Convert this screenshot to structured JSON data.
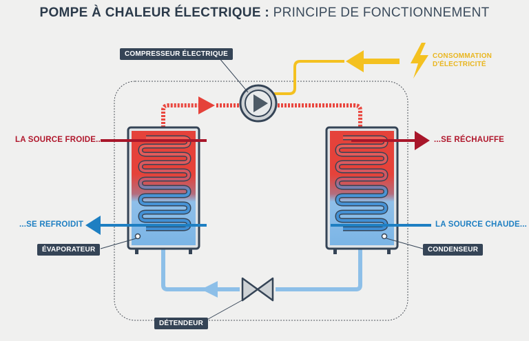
{
  "title": {
    "bold": "POMPE À CHALEUR ÉLECTRIQUE :",
    "normal": "PRINCIPE DE FONCTIONNEMENT"
  },
  "labels": {
    "compressor": "COMPRESSEUR ÉLECTRIQUE",
    "consumption_line1": "CONSOMMATION",
    "consumption_line2": "D'ÉLECTRICITÉ",
    "cold_source": "LA SOURCE FROIDE...",
    "cools_down": "...SE REFROIDIT",
    "evaporator": "ÉVAPORATEUR",
    "heats_up": "...SE RÉCHAUFFE",
    "hot_source": "LA SOURCE CHAUDE...",
    "condenser": "CONDENSEUR",
    "expansion_valve": "DÉTENDEUR"
  },
  "colors": {
    "hot": "#e5423a",
    "cold": "#7bb5e6",
    "dark_red": "#a8162a",
    "blue": "#1e7fc2",
    "yellow": "#f4c120",
    "navy": "#354456"
  }
}
